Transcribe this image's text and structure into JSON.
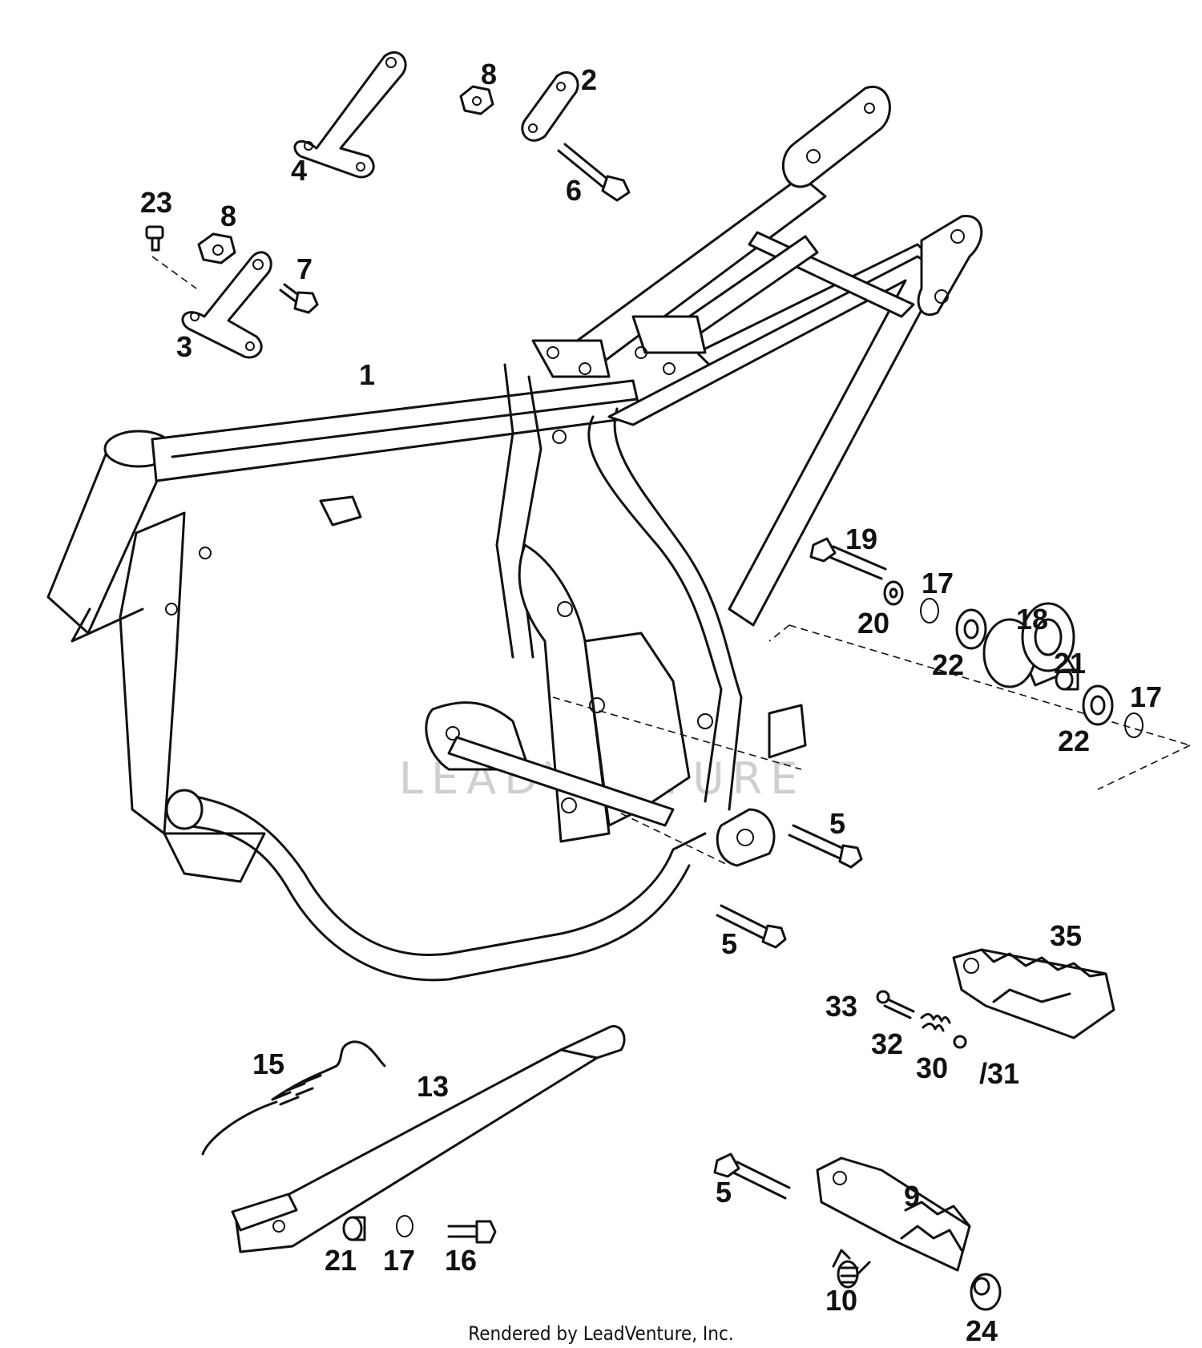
{
  "diagram": {
    "callouts": [
      {
        "id": "c1",
        "text": "1"
      },
      {
        "id": "c2",
        "text": "2"
      },
      {
        "id": "c3",
        "text": "3"
      },
      {
        "id": "c4",
        "text": "4"
      },
      {
        "id": "c5a",
        "text": "5"
      },
      {
        "id": "c5b",
        "text": "5"
      },
      {
        "id": "c5c",
        "text": "5"
      },
      {
        "id": "c6",
        "text": "6"
      },
      {
        "id": "c7",
        "text": "7"
      },
      {
        "id": "c8a",
        "text": "8"
      },
      {
        "id": "c8b",
        "text": "8"
      },
      {
        "id": "c9",
        "text": "9"
      },
      {
        "id": "c10",
        "text": "10"
      },
      {
        "id": "c13",
        "text": "13"
      },
      {
        "id": "c15",
        "text": "15"
      },
      {
        "id": "c16",
        "text": "16"
      },
      {
        "id": "c17a",
        "text": "17"
      },
      {
        "id": "c17b",
        "text": "17"
      },
      {
        "id": "c17c",
        "text": "17"
      },
      {
        "id": "c18",
        "text": "18"
      },
      {
        "id": "c19",
        "text": "19"
      },
      {
        "id": "c20",
        "text": "20"
      },
      {
        "id": "c21a",
        "text": "21"
      },
      {
        "id": "c21b",
        "text": "21"
      },
      {
        "id": "c22a",
        "text": "22"
      },
      {
        "id": "c22b",
        "text": "22"
      },
      {
        "id": "c23",
        "text": "23"
      },
      {
        "id": "c24",
        "text": "24"
      },
      {
        "id": "c30",
        "text": "30"
      },
      {
        "id": "c31",
        "text": "/31"
      },
      {
        "id": "c32",
        "text": "32"
      },
      {
        "id": "c33",
        "text": "33"
      },
      {
        "id": "c35",
        "text": "35"
      }
    ],
    "watermark": "LEADVENTURE",
    "footer": "Rendered by LeadVenture, Inc."
  }
}
